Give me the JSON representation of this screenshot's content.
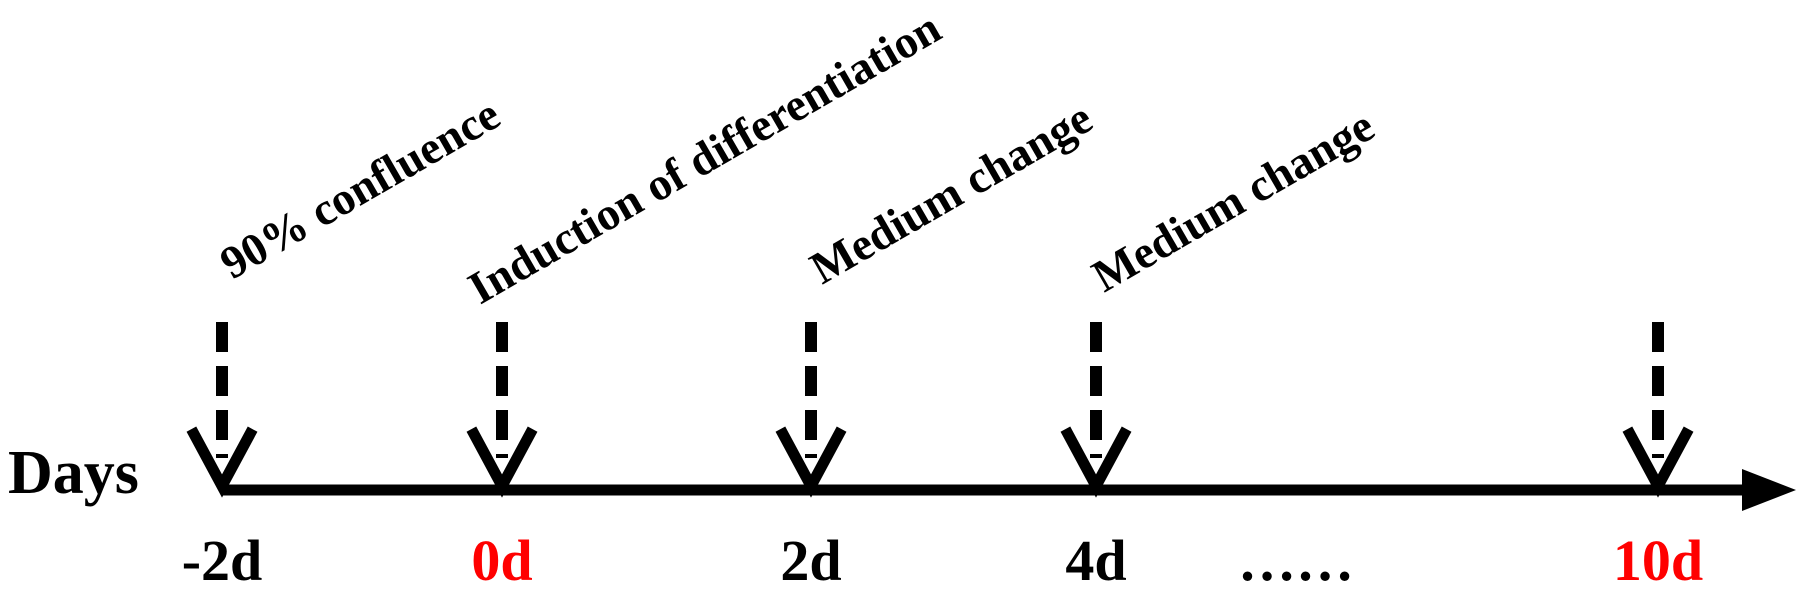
{
  "axis_title": "Days",
  "ellipsis": "……",
  "colors": {
    "default": "#000000",
    "highlight": "#ff0000"
  },
  "events": [
    {
      "day": -2,
      "day_label": "-2d",
      "highlight": false,
      "annotation": "90% confluence"
    },
    {
      "day": 0,
      "day_label": "0d",
      "highlight": true,
      "annotation": "Induction of differentiation"
    },
    {
      "day": 2,
      "day_label": "2d",
      "highlight": false,
      "annotation": "Medium change"
    },
    {
      "day": 4,
      "day_label": "4d",
      "highlight": false,
      "annotation": "Medium change"
    },
    {
      "day": 10,
      "day_label": "10d",
      "highlight": true,
      "annotation": ""
    }
  ]
}
